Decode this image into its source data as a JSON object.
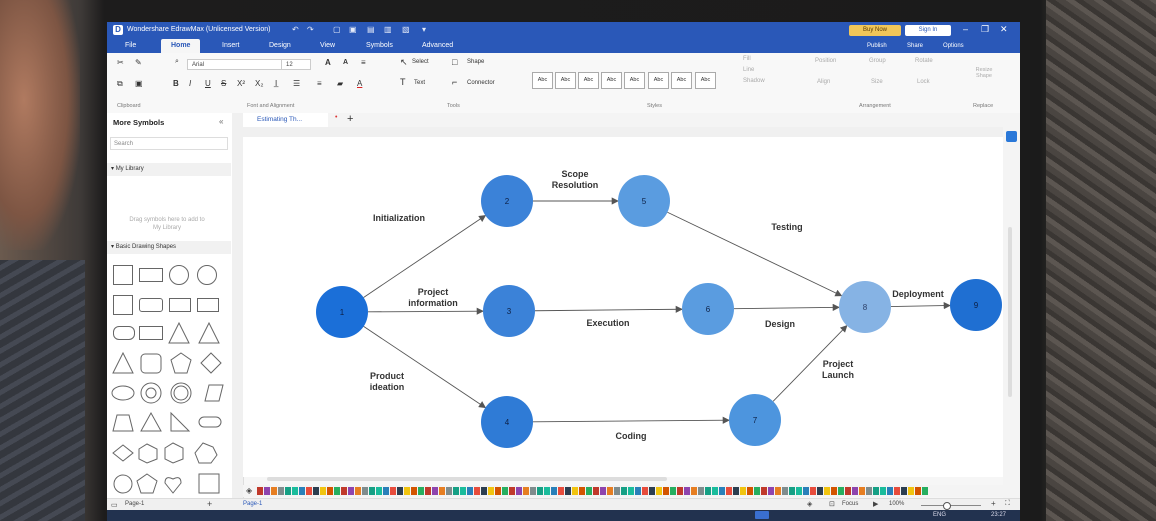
{
  "window": {
    "title": "Wondershare EdrawMax (Unlicensed Version)",
    "buy_now": "Buy Now",
    "sign_in": "Sign In"
  },
  "menu": {
    "items": [
      "File",
      "Home",
      "Insert",
      "Design",
      "View",
      "Symbols",
      "Advanced"
    ],
    "active": "Home",
    "publish": "Publish",
    "share": "Share",
    "options": "Options"
  },
  "ribbon": {
    "font_name": "Arial",
    "font_size": "12",
    "select_label": "Select",
    "shape_label": "Shape",
    "text_label": "Text",
    "connector_label": "Connector",
    "style_labels": [
      "Abc",
      "Abc",
      "Abc",
      "Abc",
      "Abc",
      "Abc",
      "Abc",
      "Abc"
    ],
    "fill_label": "Fill",
    "line_label": "Line",
    "shadow_label": "Shadow",
    "position_label": "Position",
    "align_label": "Align",
    "group_label": "Group",
    "size_label": "Size",
    "rotate_label": "Rotate",
    "lock_label": "Lock",
    "resize_label": "Resize Shape",
    "group_names": {
      "clipboard": "Clipboard",
      "font": "Font and Alignment",
      "tools": "Tools",
      "styles": "Styles",
      "arrangement": "Arrangement",
      "replace": "Replace"
    }
  },
  "left_panel": {
    "title": "More Symbols",
    "search_placeholder": "Search",
    "my_library": "My Library",
    "drag_hint": "Drag symbols here to add to My Library",
    "basic_shapes": "Basic Drawing Shapes"
  },
  "document": {
    "tab_name": "Estimating Th..."
  },
  "diagram": {
    "nodes": [
      {
        "id": "1",
        "label": "1",
        "color": "#1b6fd8"
      },
      {
        "id": "2",
        "label": "2",
        "color": "#3b82d8"
      },
      {
        "id": "3",
        "label": "3",
        "color": "#3b82d8"
      },
      {
        "id": "4",
        "label": "4",
        "color": "#2f7bd6"
      },
      {
        "id": "5",
        "label": "5",
        "color": "#5a9ce0"
      },
      {
        "id": "6",
        "label": "6",
        "color": "#5a9ce0"
      },
      {
        "id": "7",
        "label": "7",
        "color": "#4d95de"
      },
      {
        "id": "8",
        "label": "8",
        "color": "#86b3e4"
      },
      {
        "id": "9",
        "label": "9",
        "color": "#1f6fd2"
      }
    ],
    "edges": [
      {
        "from": "1",
        "to": "2",
        "label": "Initialization"
      },
      {
        "from": "1",
        "to": "3",
        "label": "Project information"
      },
      {
        "from": "1",
        "to": "4",
        "label": "Product ideation"
      },
      {
        "from": "2",
        "to": "5",
        "label": "Scope Resolution"
      },
      {
        "from": "3",
        "to": "6",
        "label": "Execution"
      },
      {
        "from": "4",
        "to": "7",
        "label": "Coding"
      },
      {
        "from": "5",
        "to": "8",
        "label": "Testing"
      },
      {
        "from": "6",
        "to": "8",
        "label": "Design"
      },
      {
        "from": "7",
        "to": "8",
        "label": "Project Launch"
      },
      {
        "from": "8",
        "to": "9",
        "label": "Deployment"
      }
    ]
  },
  "status": {
    "page_label": "Page-1",
    "page_tab": "Page-1",
    "focus": "Focus",
    "zoom": "100%"
  },
  "taskbar": {
    "lang": "ENG",
    "time": "23:27"
  }
}
